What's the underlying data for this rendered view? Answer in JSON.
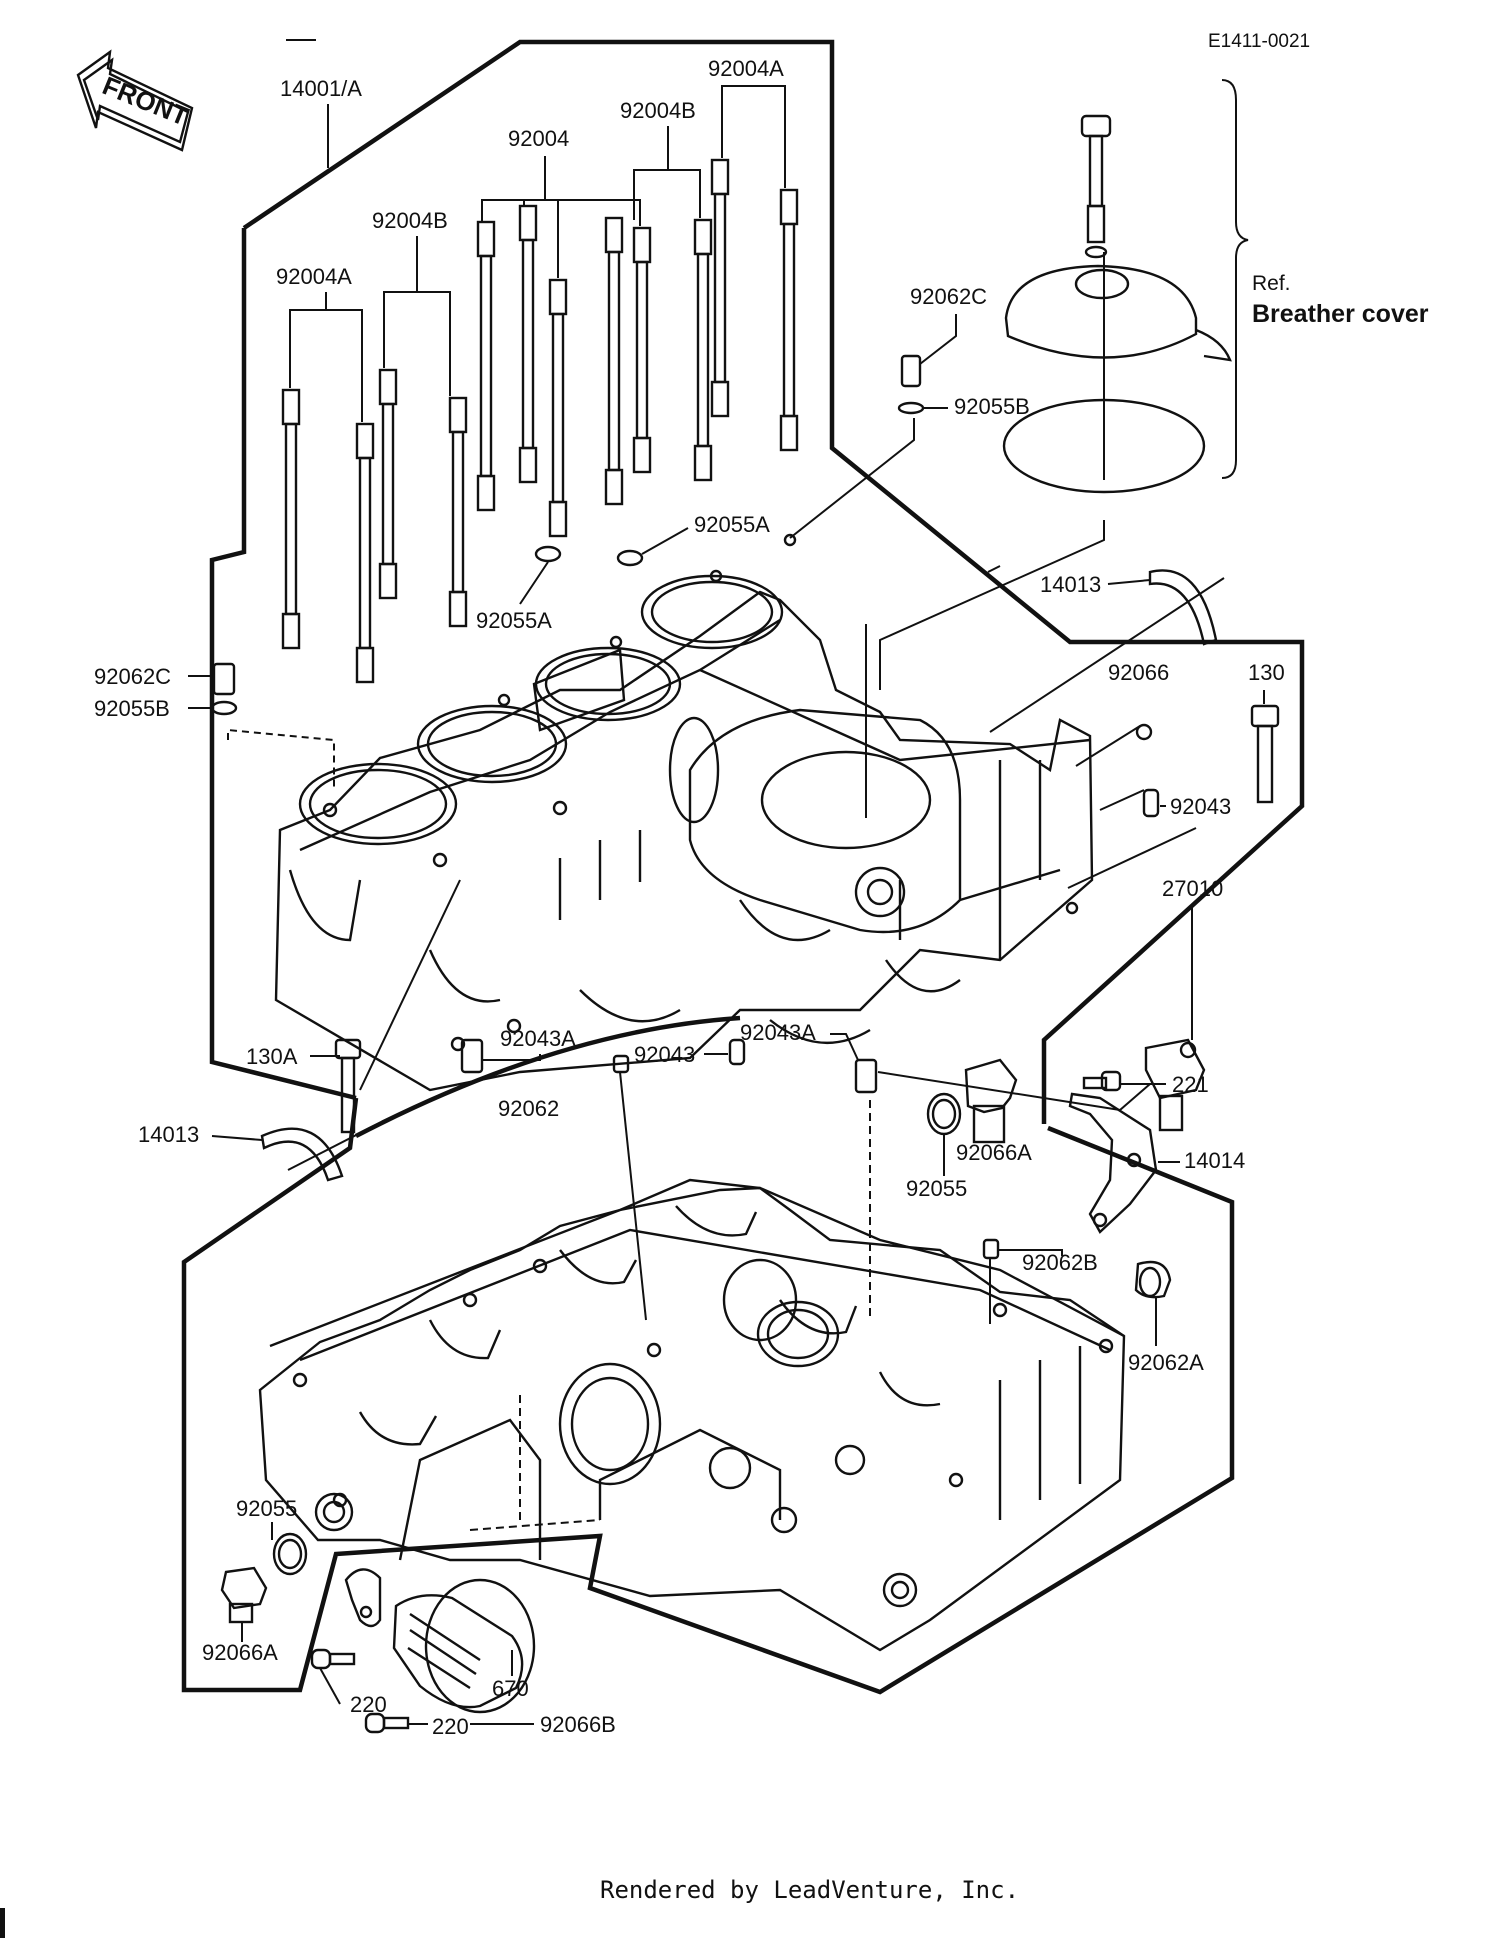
{
  "diagram_code": "E1411-0021",
  "front_label": "FRONT",
  "ref_note": {
    "ref": "Ref.",
    "name": "Breather cover"
  },
  "labels": {
    "l14001A": "14001/A",
    "l92004A_top": "92004A",
    "l92004B_top": "92004B",
    "l92004": "92004",
    "l92004B_left": "92004B",
    "l92004A_left": "92004A",
    "l92062C_top": "92062C",
    "l92055B_top": "92055B",
    "l92055A_right": "92055A",
    "l92055A_left": "92055A",
    "l14013_top": "14013",
    "l92066": "92066",
    "l130": "130",
    "l92043_right": "92043",
    "l92062C_left": "92062C",
    "l92055B_left": "92055B",
    "l27010": "27010",
    "l130A": "130A",
    "l92043A_left": "92043A",
    "l92043_center": "92043",
    "l92043A_center": "92043A",
    "l221": "221",
    "l92062": "92062",
    "l14013_left": "14013",
    "l92066A_right": "92066A",
    "l14014": "14014",
    "l92055_right": "92055",
    "l92062B": "92062B",
    "l92062A": "92062A",
    "l92055_left": "92055",
    "l92066A_left": "92066A",
    "l220_top": "220",
    "l670": "670",
    "l220_bottom": "220",
    "l92066B": "92066B"
  },
  "footer": "Rendered by LeadVenture, Inc."
}
